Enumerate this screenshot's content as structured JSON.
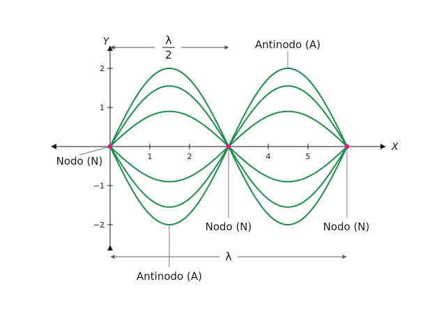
{
  "axes": {
    "x_name": "X",
    "y_name": "Y",
    "x_ticks": [
      "1",
      "2",
      "4",
      "5"
    ],
    "x_tick_values": [
      1,
      2,
      4,
      5
    ],
    "y_ticks": [
      "2",
      "1",
      "−1",
      "−2"
    ],
    "y_tick_values": [
      2,
      1,
      -1,
      -2
    ]
  },
  "wave": {
    "amplitudes": [
      0.9,
      1.55,
      2.0
    ],
    "period": 6,
    "node_positions": [
      0,
      3,
      6
    ],
    "color": "#1e8a4a",
    "node_color": "#d6237f"
  },
  "labels": {
    "half_wavelength_numerator": "λ",
    "half_wavelength_denominator": "2",
    "wavelength": "λ",
    "antinode_top": "Antinodo (A)",
    "antinode_bottom": "Antinodo (A)",
    "node_left": "Nodo (N)",
    "node_middle": "Nodo (N)",
    "node_right": "Nodo (N)"
  }
}
